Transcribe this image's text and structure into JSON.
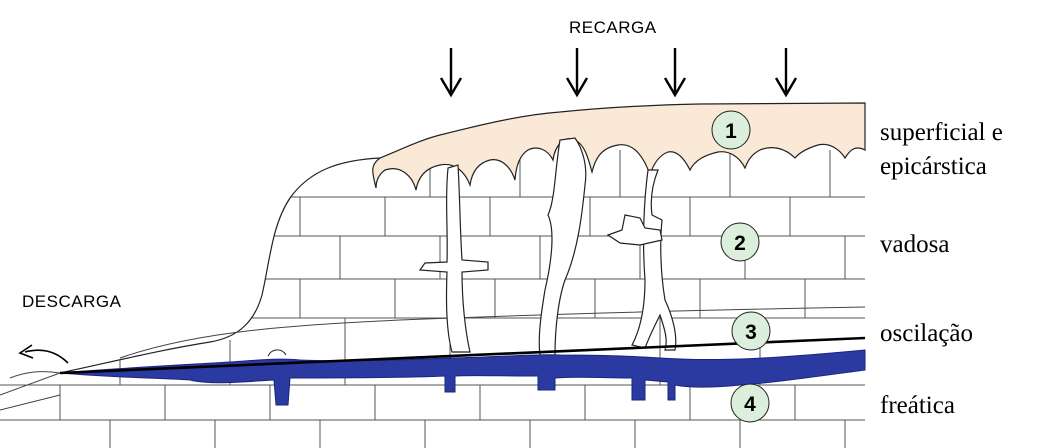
{
  "labels": {
    "recharge": "RECARGA",
    "discharge": "DESCARGA"
  },
  "zones": [
    {
      "number": "1",
      "name_lines": [
        "superficial e",
        "epicárstica"
      ]
    },
    {
      "number": "2",
      "name_lines": [
        "vadosa"
      ]
    },
    {
      "number": "3",
      "name_lines": [
        "oscilação"
      ]
    },
    {
      "number": "4",
      "name_lines": [
        "freática"
      ]
    }
  ],
  "colors": {
    "epikarst_fill": "#fbe9d7",
    "water_fill": "#2b3aa0",
    "badge_fill": "#dcefdc",
    "line": "#000000"
  },
  "icons": [
    "down-arrow-icon",
    "curved-arrow-icon"
  ]
}
